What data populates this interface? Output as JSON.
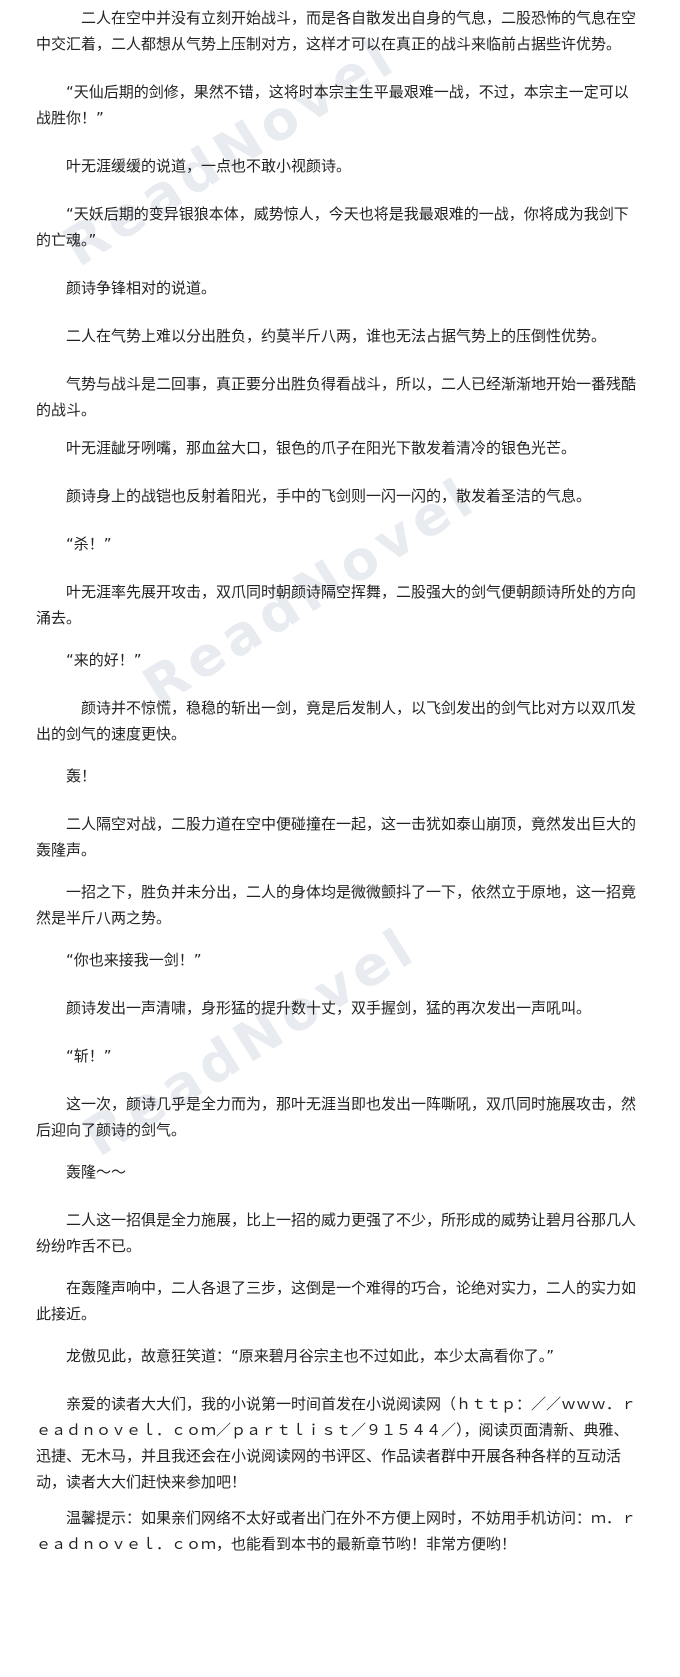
{
  "paragraphs": [
    "二人在空中并没有立刻开始战斗，而是各自散发出自身的气息，二股恐怖的气息在空中交汇着，二人都想从气势上压制对方，这样才可以在真正的战斗来临前占据些许优势。",
    "“天仙后期的剑修，果然不错，这将时本宗主生平最艰难一战，不过，本宗主一定可以战胜你！”",
    "叶无涯缓缓的说道，一点也不敢小视颜诗。",
    "“天妖后期的变异银狼本体，威势惊人，今天也将是我最艰难的一战，你将成为我剑下的亡魂。”",
    "颜诗争锋相对的说道。",
    "二人在气势上难以分出胜负，约莫半斤八两，谁也无法占据气势上的压倒性优势。",
    "气势与战斗是二回事，真正要分出胜负得看战斗，所以，二人已经渐渐地开始一番残酷的战斗。",
    "叶无涯龇牙咧嘴，那血盆大口，银色的爪子在阳光下散发着清冷的银色光芒。",
    "颜诗身上的战铠也反射着阳光，手中的飞剑则一闪一闪的，散发着圣洁的气息。",
    "“杀！”",
    "叶无涯率先展开攻击，双爪同时朝颜诗隔空挥舞，二股强大的剑气便朝颜诗所处的方向涌去。",
    "“来的好！”",
    "颜诗并不惊慌，稳稳的斩出一剑，竟是后发制人，以飞剑发出的剑气比对方以双爪发出的剑气的速度更快。",
    "轰！",
    "二人隔空对战，二股力道在空中便碰撞在一起，这一击犹如泰山崩顶，竟然发出巨大的轰隆声。",
    "一招之下，胜负并未分出，二人的身体均是微微颤抖了一下，依然立于原地，这一招竟然是半斤八两之势。",
    "“你也来接我一剑！”",
    "颜诗发出一声清啸，身形猛的提升数十丈，双手握剑，猛的再次发出一声吼叫。",
    "“斩！”",
    "这一次，颜诗几乎是全力而为，那叶无涯当即也发出一阵嘶吼，双爪同时施展攻击，然后迎向了颜诗的剑气。",
    "轰隆～～",
    "二人这一招俱是全力施展，比上一招的威力更强了不少，所形成的威势让碧月谷那几人纷纷咋舌不已。",
    "在轰隆声响中，二人各退了三步，这倒是一个难得的巧合，论绝对实力，二人的实力如此接近。",
    "龙傲见此，故意狂笑道：“原来碧月谷宗主也不过如此，本少太高看你了。”",
    "亲爱的读者大大们，我的小说第一时间首发在小说阅读网（ｈｔｔｐ：／／ｗｗｗ．ｒｅａｄｎｏｖｅｌ．ｃｏｍ／ｐａｒｔｌｉｓｔ／９１５４４／），阅读页面清新、典雅、迅捷、无木马，并且我还会在小说阅读网的书评区、作品读者群中开展各种各样的互动活动，读者大大们赶快来参加吧！",
    "温馨提示：如果亲们网络不太好或者出门在外不方便上网时，不妨用手机访问：ｍ．ｒｅａｄｎｏｖｅｌ．ｃｏｍ，也能看到本书的最新章节哟！非常方便哟！"
  ]
}
